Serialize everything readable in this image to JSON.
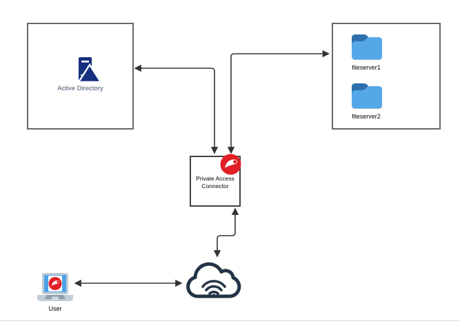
{
  "diagram": {
    "nodes": {
      "active_directory": {
        "label": "Active Directory"
      },
      "fileserver_group": {
        "folders": [
          {
            "label": "fileserver1"
          },
          {
            "label": "fileserver2"
          }
        ]
      },
      "private_access_connector": {
        "label_line1": "Private Access",
        "label_line2": "Connector"
      },
      "cloud": {
        "icon": "cloud-with-wifi"
      },
      "user": {
        "label": "User",
        "icon": "laptop-with-trend-micro-logo"
      }
    },
    "edges": [
      {
        "from": "active-directory",
        "to": "private-access-connector",
        "direction": "bidirectional"
      },
      {
        "from": "private-access-connector",
        "to": "fileserver-group",
        "direction": "bidirectional"
      },
      {
        "from": "private-access-connector",
        "to": "cloud",
        "direction": "bidirectional"
      },
      {
        "from": "user",
        "to": "cloud",
        "direction": "bidirectional"
      }
    ],
    "colors": {
      "box_border": "#666666",
      "connector_border": "#404040",
      "arrow": "#333333",
      "ad_icon_blue": "#16307e",
      "ad_label_color": "#44546a",
      "folder_light_blue": "#55a8e8",
      "folder_dark_blue": "#2d70ad",
      "cloud_navy": "#243447",
      "trend_micro_red": "#e01f26",
      "laptop_gray": "#c2ccd6",
      "laptop_screen_blue": "#4da3e8"
    }
  }
}
